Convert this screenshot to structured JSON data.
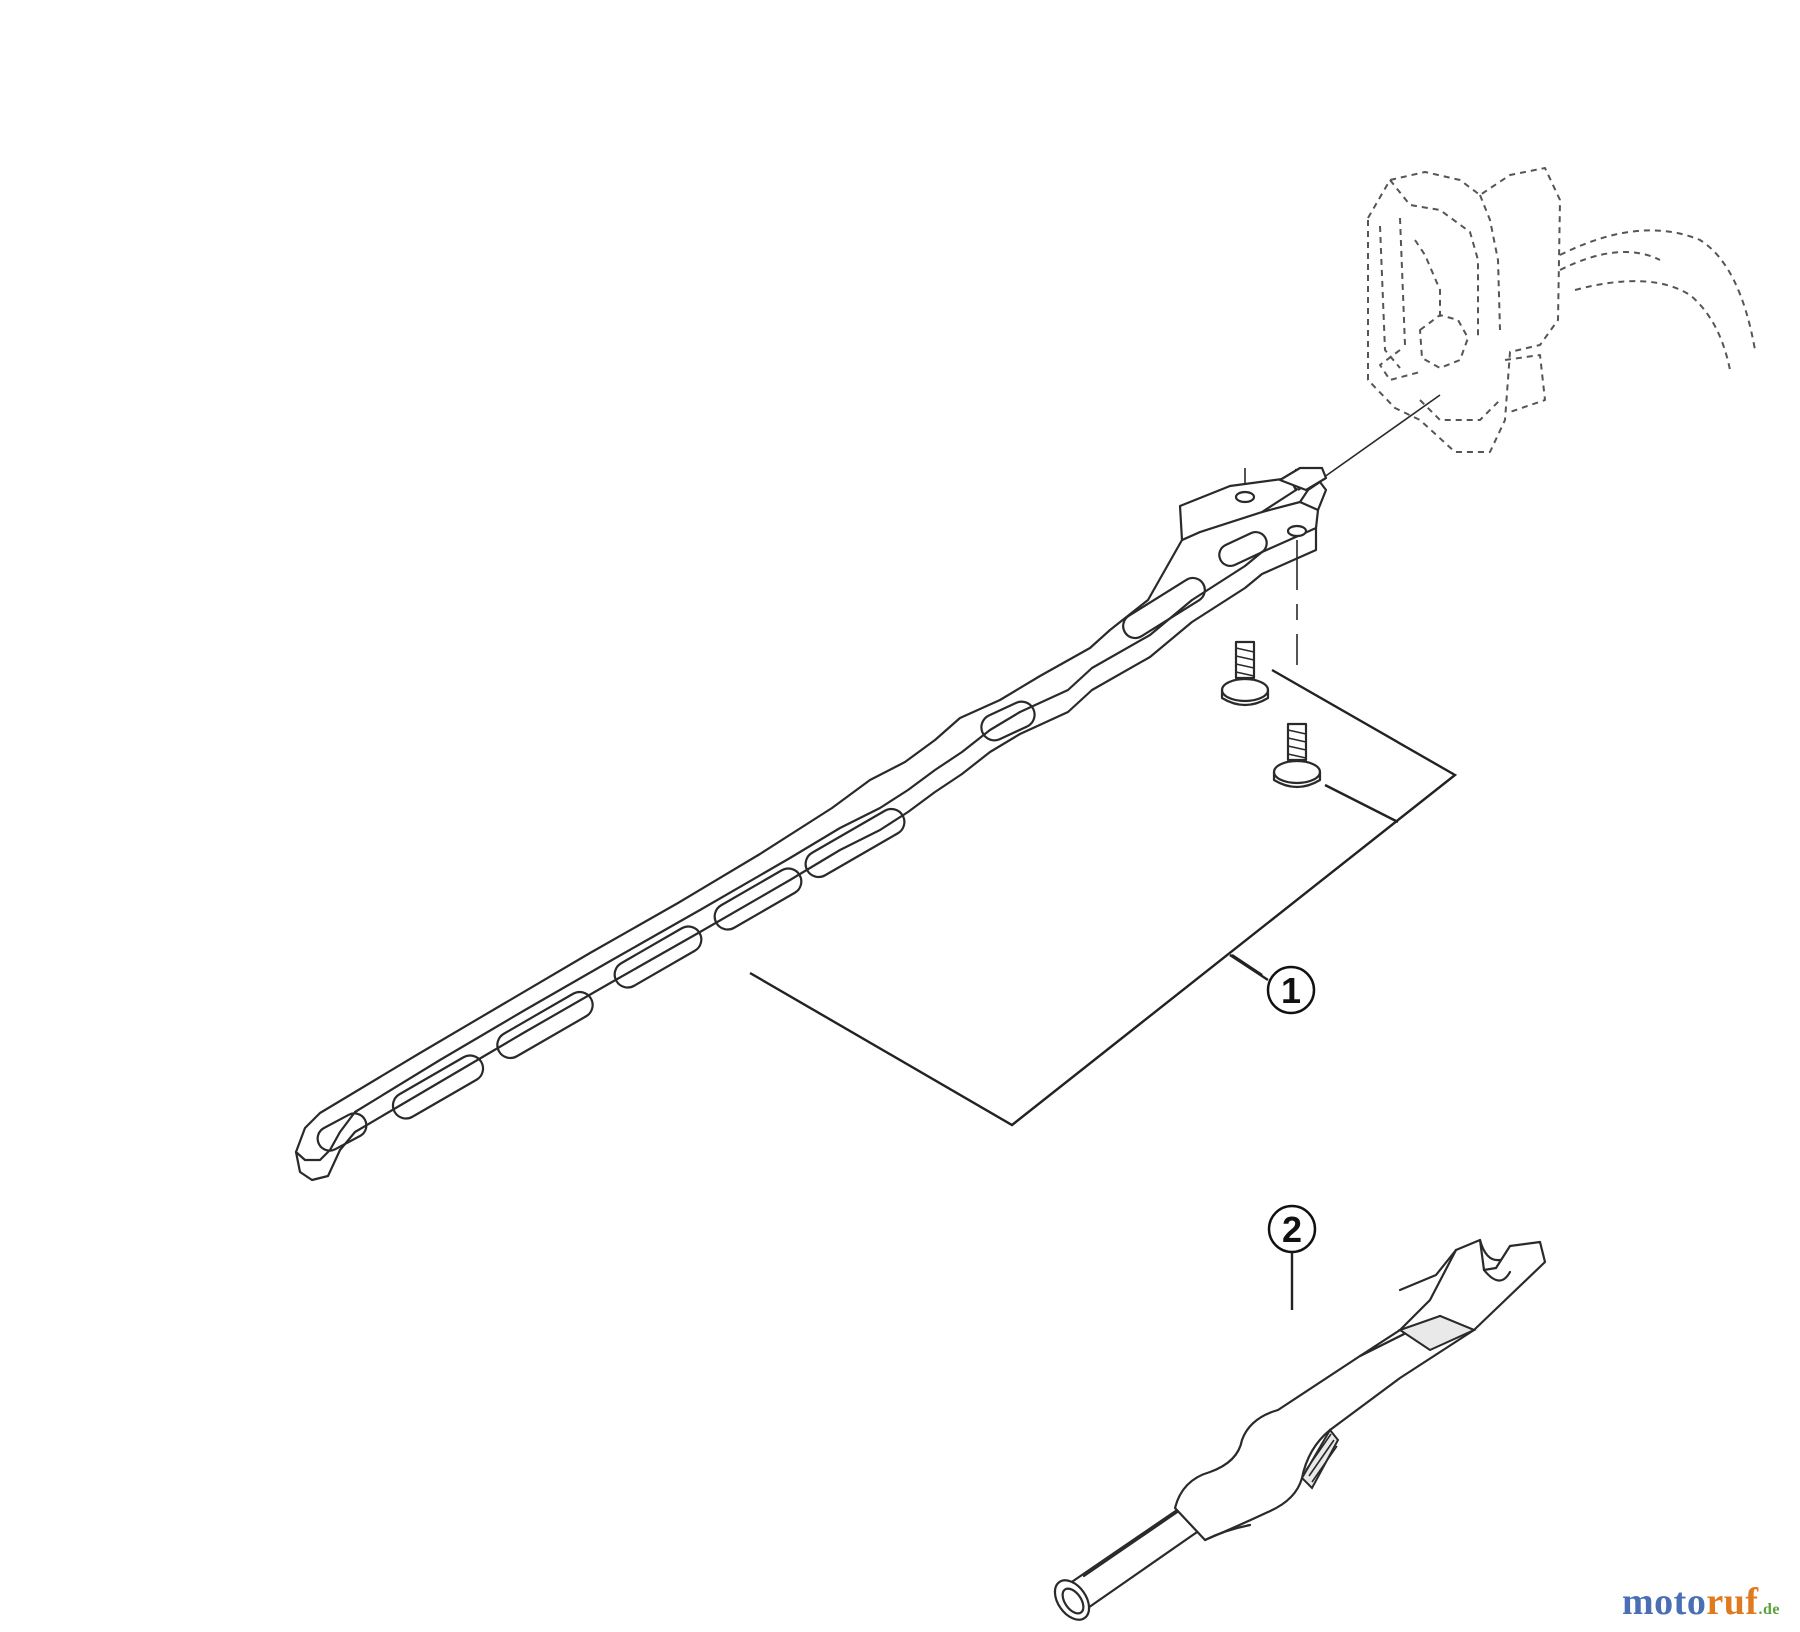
{
  "callouts": {
    "part1": "1",
    "part2": "2"
  },
  "watermark": {
    "part_a": "moto",
    "part_b": "ruf",
    "part_c": ".de"
  },
  "colors": {
    "line": "#2a2a2a",
    "watermark_blue": "#4a6fb5",
    "watermark_orange": "#e07a1f",
    "watermark_green": "#5aa33a"
  }
}
